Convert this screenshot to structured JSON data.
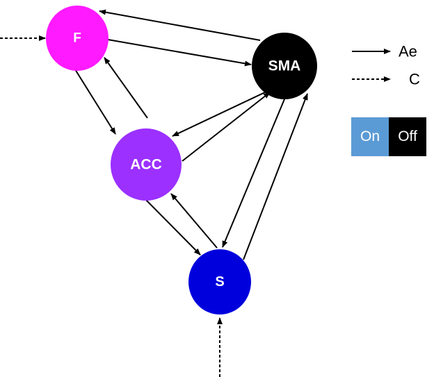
{
  "nodes": {
    "f": {
      "label": "F",
      "color": "#ff1aff"
    },
    "sma": {
      "label": "SMA",
      "color": "#000000"
    },
    "acc": {
      "label": "ACC",
      "color": "#9b30ff"
    },
    "s": {
      "label": "S",
      "color": "#0000dd"
    }
  },
  "legend": {
    "solid_label": "Ae",
    "dashed_label": "C"
  },
  "toggle": {
    "on_label": "On",
    "off_label": "Off",
    "on_color": "#5b9bd5",
    "off_color": "#000000"
  },
  "edges": [
    {
      "from": "sma",
      "to": "f",
      "style": "solid"
    },
    {
      "from": "f",
      "to": "sma",
      "style": "solid"
    },
    {
      "from": "f",
      "to": "acc",
      "style": "solid"
    },
    {
      "from": "acc",
      "to": "f",
      "style": "solid"
    },
    {
      "from": "sma",
      "to": "acc",
      "style": "solid"
    },
    {
      "from": "acc",
      "to": "sma",
      "style": "solid"
    },
    {
      "from": "acc",
      "to": "s",
      "style": "solid"
    },
    {
      "from": "s",
      "to": "acc",
      "style": "solid"
    },
    {
      "from": "sma",
      "to": "s",
      "style": "solid"
    },
    {
      "from": "s",
      "to": "sma",
      "style": "solid"
    }
  ],
  "inputs": [
    {
      "to": "f",
      "style": "dashed"
    },
    {
      "to": "s",
      "style": "dashed"
    }
  ]
}
